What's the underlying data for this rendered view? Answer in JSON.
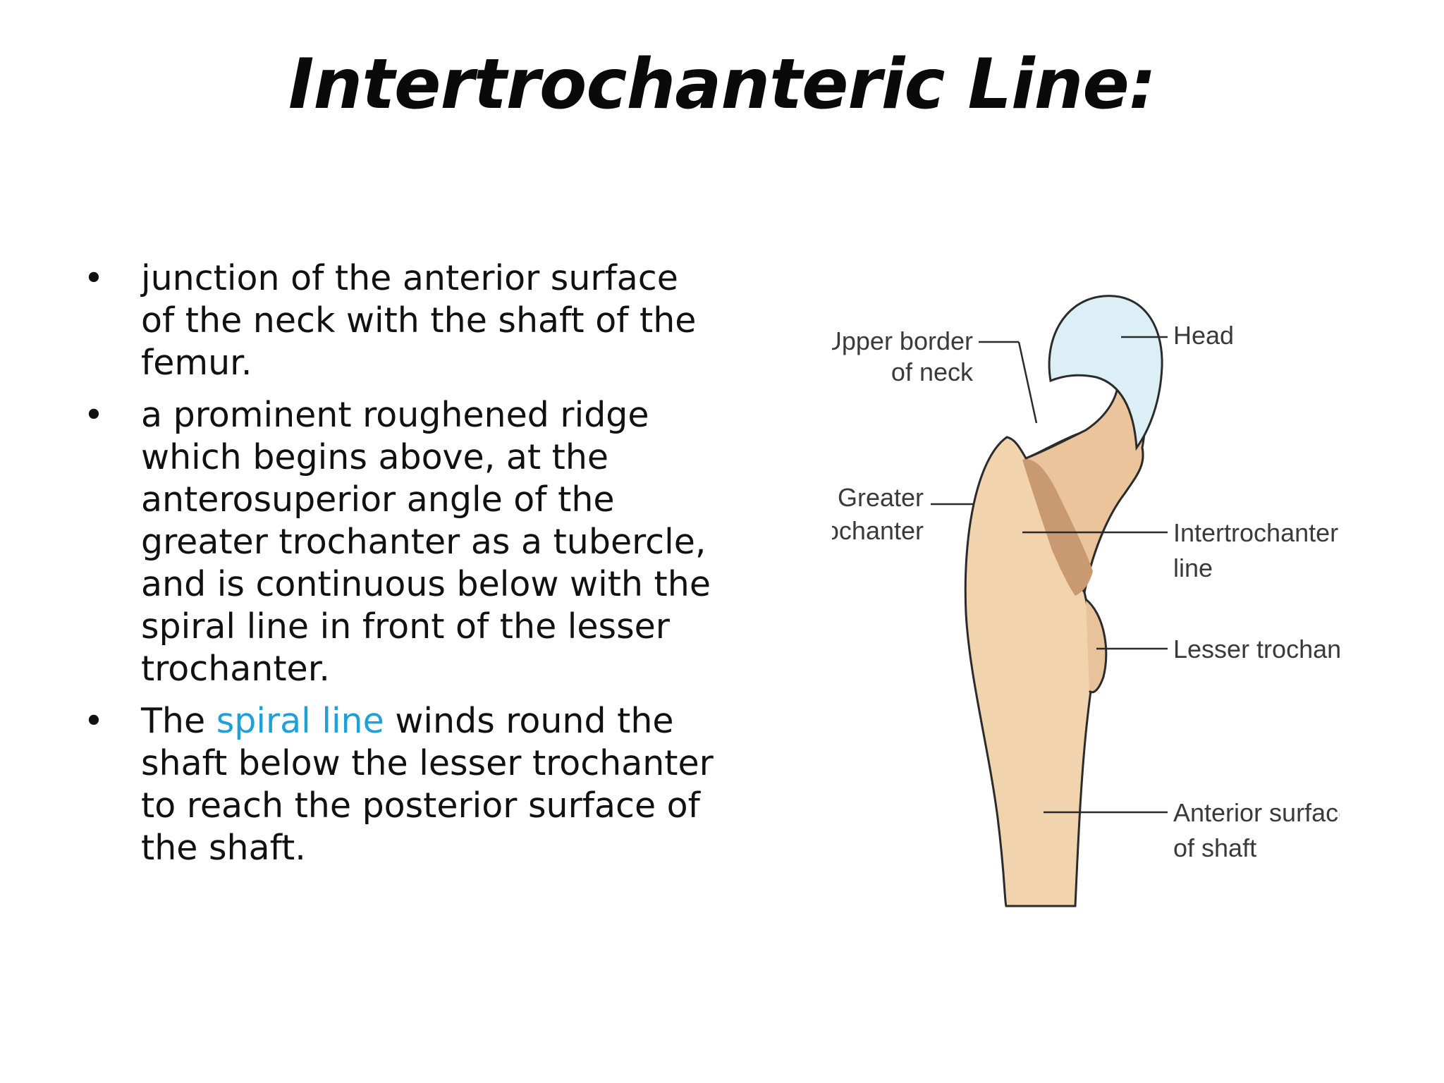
{
  "slide": {
    "title": "Intertrochanteric Line:",
    "bullets": [
      {
        "text": "junction of the anterior surface of the neck with the shaft of the femur."
      },
      {
        "text": "a prominent roughened ridge which begins above, at the anterosuperior angle of the greater trochanter as a tubercle, and is continuous below with the spiral line in front of the lesser trochanter."
      },
      {
        "prefix": "The ",
        "link": "spiral line",
        "suffix": " winds round the shaft below the lesser trochanter to reach the posterior surface of the shaft."
      }
    ]
  },
  "figure": {
    "labels": {
      "upper_border_1": "Upper border",
      "upper_border_2": "of neck",
      "head": "Head",
      "greater_1": "Greater",
      "greater_2": "trochanter",
      "intertroch_1": "Intertrochanteric",
      "intertroch_2": "line",
      "lesser": "Lesser trochanter",
      "anterior_1": "Anterior surface",
      "anterior_2": "of shaft"
    }
  },
  "colors": {
    "bone": "#f1d4ad",
    "bone_shadow": "#cfa27b",
    "bone_dark": "#a87b56",
    "cartilage": "#dceff7",
    "highlight_text": "#21a0d8"
  }
}
